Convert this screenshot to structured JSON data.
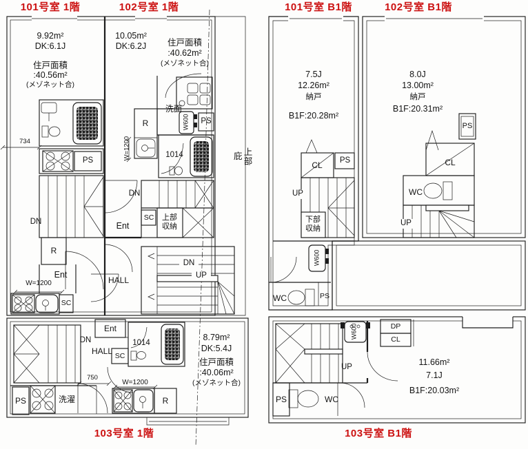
{
  "colors": {
    "title_red": "#cc1111",
    "line": "#1c1c1c",
    "paper": "#fdfdfc"
  },
  "titles": {
    "u101_1f": "101号室 1階",
    "u102_1f": "102号室 1階",
    "u101_b1": "101号室 B1階",
    "u102_b1": "102号室 B1階",
    "u103_1f": "103号室 1階",
    "u103_b1": "103号室 B1階"
  },
  "abbr": {
    "ps": "PS",
    "sc": "SC",
    "cl": "CL",
    "dp": "DP",
    "r": "R",
    "wc": "WC",
    "up": "UP",
    "dn": "DN",
    "ent": "Ent",
    "hall": "HALL",
    "w600": "W600",
    "w1200": "W=1200",
    "bath1014": "1014",
    "senmen": "洗面",
    "sentaku": "洗濯",
    "nando": "納戸",
    "joubu_shuunou": "上部収納",
    "kabu_shuunou": "下部収納",
    "joubu_hisashi": "上部庇"
  },
  "units": {
    "u101_1f": {
      "dk_area": "9.92m²",
      "dk_size": "DK:6.1J",
      "menseki_label": "住戸面積",
      "menseki": ":40.56m²",
      "menseki_note": "(メゾネット合)",
      "dim": "734"
    },
    "u102_1f": {
      "dk_area": "10.05m²",
      "dk_size": "DK:6.2J",
      "menseki_label": "住戸面積",
      "menseki": ":40.62m²",
      "menseki_note": "(メゾネット合)"
    },
    "u103_1f": {
      "dk_area": "8.79m²",
      "dk_size": "DK:5.4J",
      "menseki_label": "住戸面積",
      "menseki": ":40.06m²",
      "menseki_note": "(メゾネット合)",
      "dim": "750"
    },
    "u101_b1": {
      "jou": "7.5J",
      "area": "12.26m²",
      "room": "納戸",
      "b1f_area": "B1F:20.28m²"
    },
    "u102_b1": {
      "jou": "8.0J",
      "area": "13.00m²",
      "room": "納戸",
      "b1f_area": "B1F:20.31m²"
    },
    "u103_b1": {
      "area": "11.66m²",
      "jou": "7.1J",
      "b1f_area": "B1F:20.03m²"
    }
  }
}
